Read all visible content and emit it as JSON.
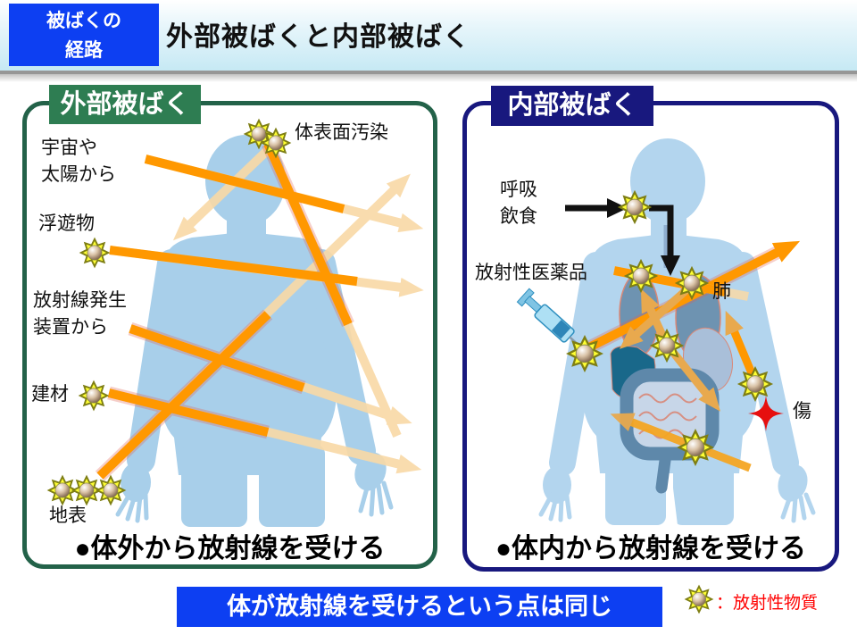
{
  "header": {
    "topic_line1": "被ばくの",
    "topic_line2": "経路",
    "title": "外部被ばくと内部被ばく"
  },
  "left_panel": {
    "label": "外部被ばく",
    "statement": "●体外から放射線を受ける",
    "annotations": {
      "surface_contamination": "体表面汚染",
      "cosmic_line1": "宇宙や",
      "cosmic_line2": "太陽から",
      "floating_matter": "浮遊物",
      "device_line1": "放射線発生",
      "device_line2": "装置から",
      "building_material": "建材",
      "ground_surface": "地表"
    }
  },
  "right_panel": {
    "label": "内部被ばく",
    "statement": "●体内から放射線を受ける",
    "annotations": {
      "intake_line1": "呼吸",
      "intake_line2": "飲食",
      "radiopharmaceutical": "放射性医薬品",
      "lung": "肺",
      "wound": "傷"
    }
  },
  "footer": {
    "banner": "体が放射線を受けるという点は同じ",
    "legend_label": "：放射性物質"
  },
  "colors": {
    "accent_blue": "#0d3ff2",
    "panel_green": "#2e7d52",
    "panel_navy": "#18187e",
    "beam_orange": "#ff9800",
    "beam_faded": "#f9d9a6",
    "arrow_tan": "#e8a94e",
    "star_yellow": "#ffff33",
    "wound_red": "#e60f0f",
    "legend_red": "#ff0000",
    "body_blue": "#a8cfea"
  }
}
